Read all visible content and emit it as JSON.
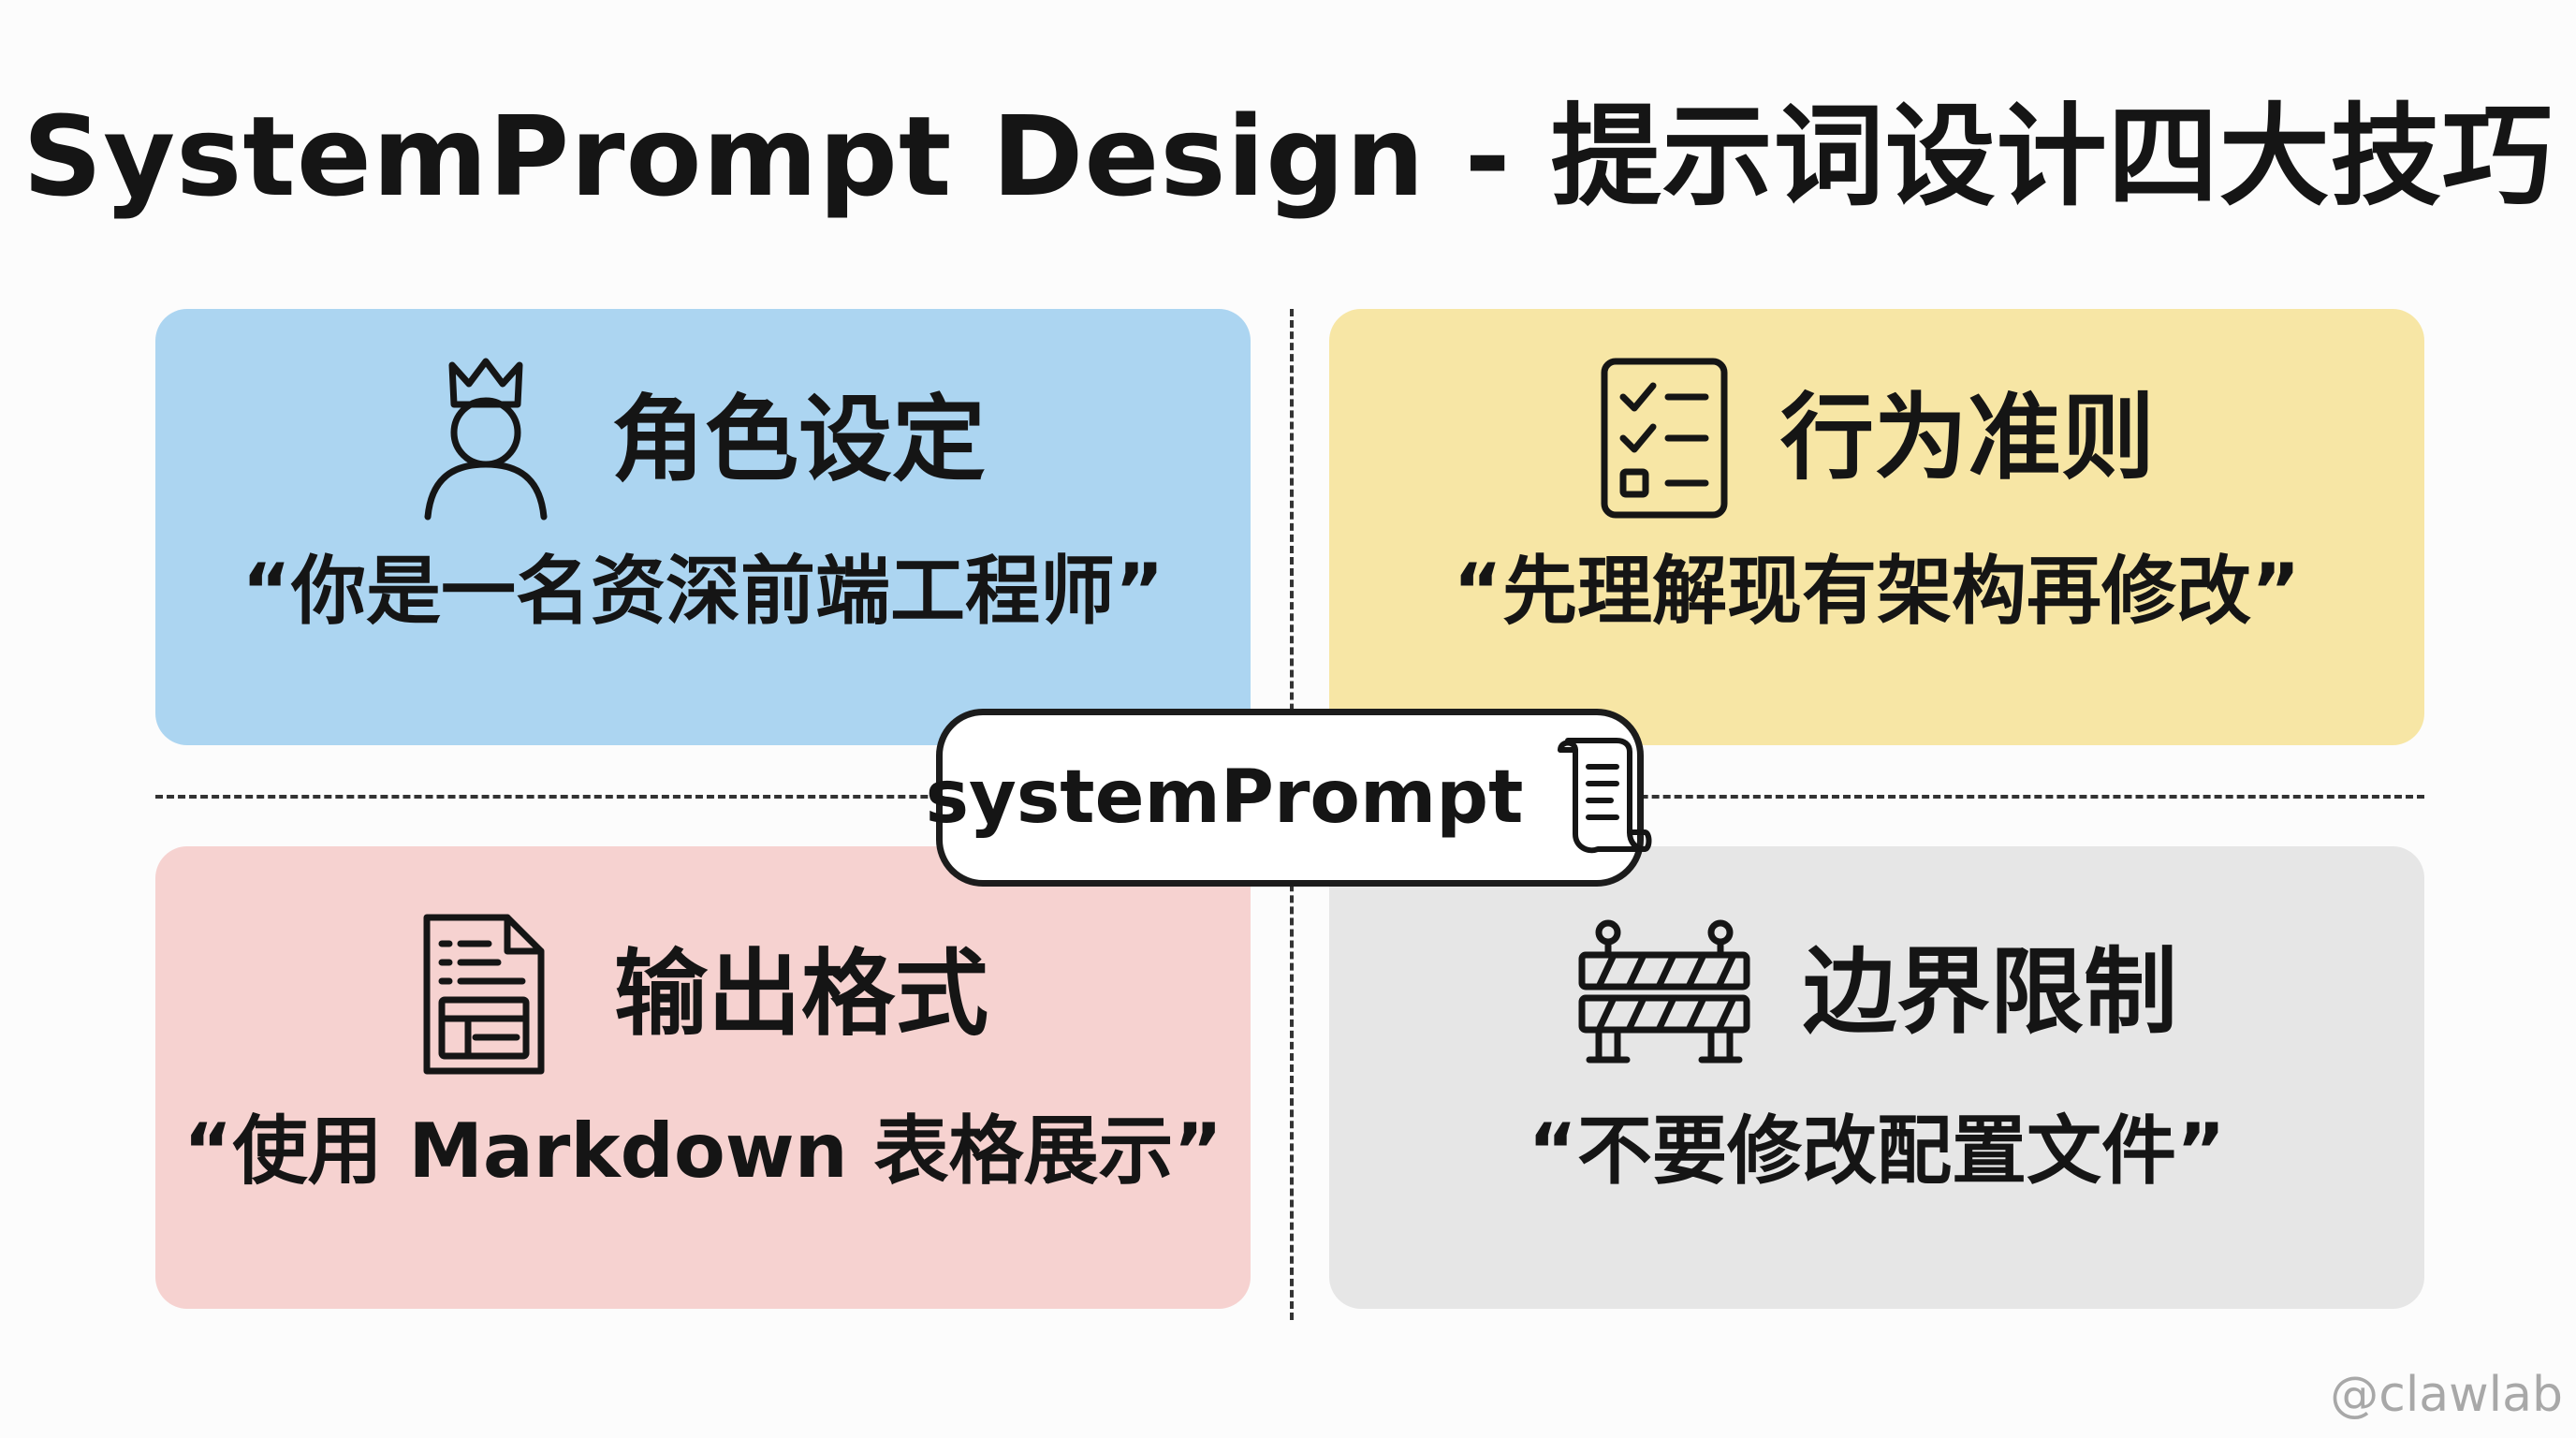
{
  "title": "SystemPrompt Design - 提示词设计四大技巧",
  "colors": {
    "role": "#acd5f1",
    "rules": "#f7e6a5",
    "output": "#f6d2d0",
    "limit": "#e6e6e6",
    "ink": "#151515"
  },
  "cards": [
    {
      "title": "角色设定",
      "quote": "“你是一名资深前端工程师”",
      "icon": "crowned-person-icon"
    },
    {
      "title": "行为准则",
      "quote": "“先理解现有架构再修改”",
      "icon": "checklist-icon"
    },
    {
      "title": "输出格式",
      "quote": "“使用 Markdown 表格展示”",
      "icon": "document-format-icon"
    },
    {
      "title": "边界限制",
      "quote": "“不要修改配置文件”",
      "icon": "barrier-icon"
    }
  ],
  "center": {
    "label": "systemPrompt",
    "icon": "scroll-icon"
  },
  "watermark": "@clawlab"
}
